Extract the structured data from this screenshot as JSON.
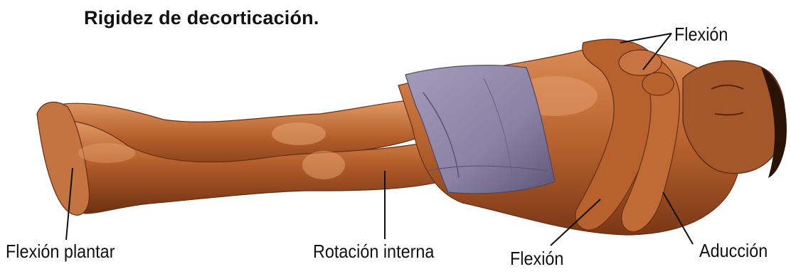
{
  "title": "Rigidez de decorticación.",
  "labels": {
    "flexion_top": "Flexión",
    "flexion_plantar": "Flexión plantar",
    "rotacion_interna": "Rotación interna",
    "flexion_bottom": "Flexión",
    "aduccion": "Aducción"
  },
  "colors": {
    "skin": "#b8632f",
    "skin_shadow": "#7a3716",
    "skin_highlight": "#e7a070",
    "shorts": "#8c84a6",
    "shorts_shadow": "#5b5474",
    "lines": "#111111"
  }
}
